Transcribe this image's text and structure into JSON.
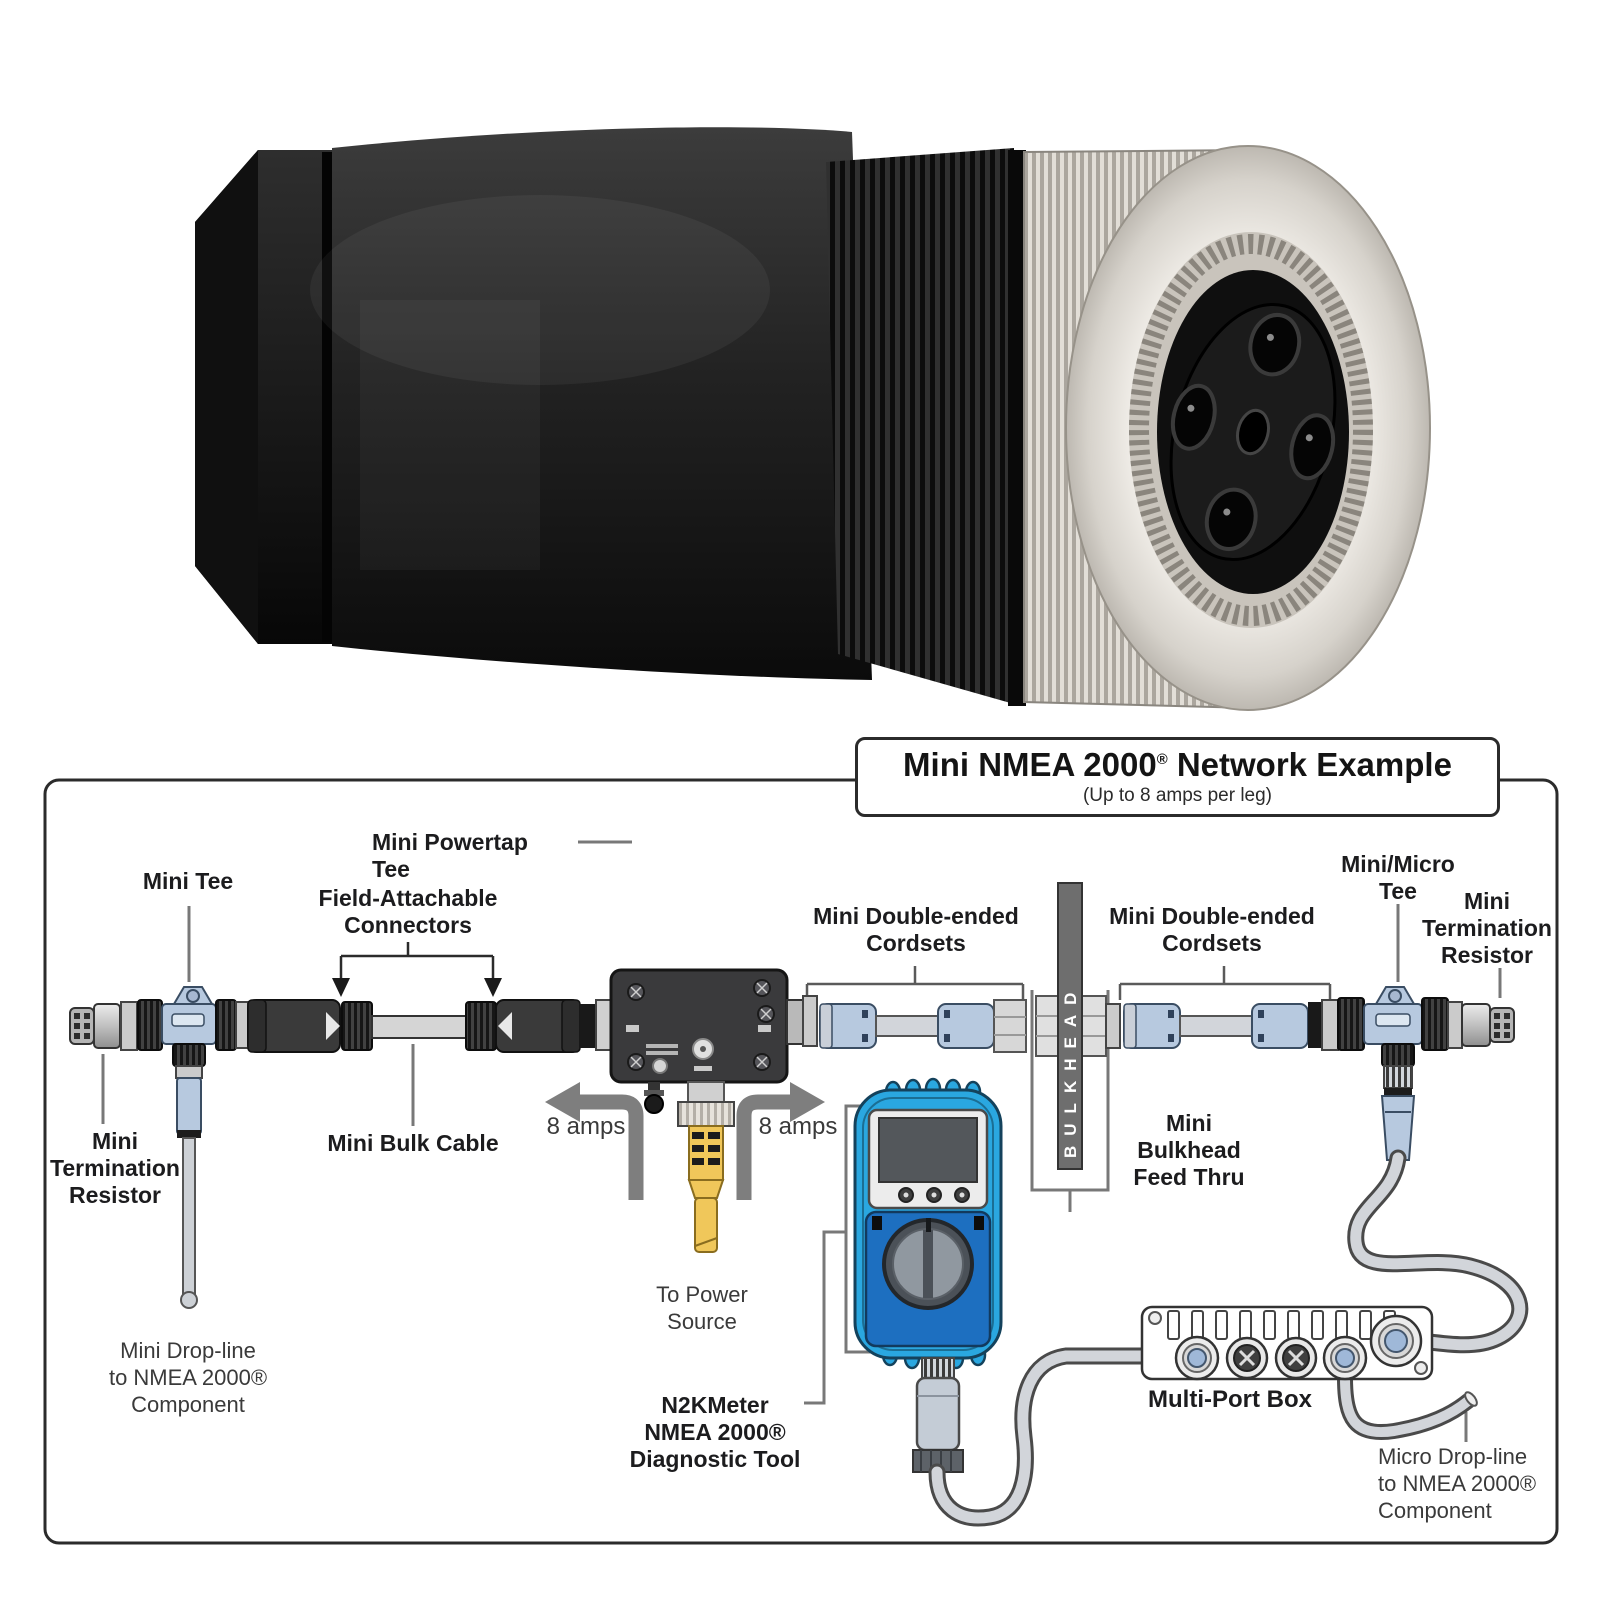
{
  "diagram": {
    "title": {
      "prefix": "Mini NMEA 2000",
      "registered": "®",
      "suffix": " Network Example",
      "subtitle": "(Up to 8 amps per leg)"
    },
    "labels": {
      "mini_powertap_tee": "Mini Powertap Tee",
      "mini_tee": "Mini Tee",
      "field_attachable_connectors": "Field-Attachable\nConnectors",
      "mini_double_ended_cordsets_left": "Mini Double-ended\nCordsets",
      "mini_double_ended_cordsets_right": "Mini Double-ended\nCordsets",
      "mini_micro_tee": "Mini/Micro\nTee",
      "mini_termination_resistor_right": "Mini\nTermination\nResistor",
      "mini_termination_resistor_left": "Mini\nTermination\nResistor",
      "mini_bulk_cable": "Mini Bulk Cable",
      "amps_left": "8 amps",
      "amps_right": "8 amps",
      "to_power_source": "To Power\nSource",
      "mini_drop_line": "Mini Drop-line\nto NMEA 2000®\nComponent",
      "n2kmeter": "N2KMeter\nNMEA 2000®\nDiagnostic Tool",
      "mini_bulkhead_feed_thru": "Mini\nBulkhead\nFeed Thru",
      "bulkhead": "BULKHEAD",
      "multi_port_box": "Multi-Port Box",
      "micro_drop_line": "Micro Drop-line\nto NMEA 2000®\nComponent"
    },
    "colors": {
      "connector_body_black": "#1b1b1b",
      "knurl_silver": "#dfdbd4",
      "tee_blue": "#b7c9df",
      "cable_gray": "#d2d5da",
      "meter_blue": "#2aa7e0",
      "meter_panel_blue": "#1d6fc0",
      "power_cable_yellow": "#f0c75a",
      "bulkhead_gray": "#6e6e6e",
      "label_text": "#1c1c1e"
    }
  }
}
